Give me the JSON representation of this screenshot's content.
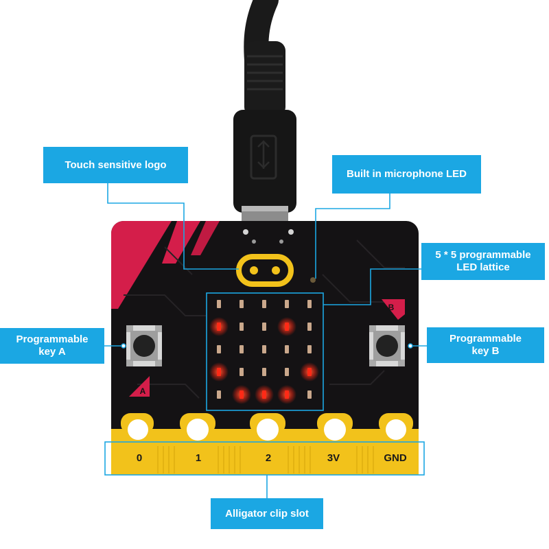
{
  "labels": {
    "touch_logo": "Touch sensitive logo",
    "microphone_led": "Built in microphone LED",
    "led_lattice_line1": "5 * 5 programmable",
    "led_lattice_line2": "LED lattice",
    "key_a_line1": "Programmable",
    "key_a_line2": "key A",
    "key_b_line1": "Programmable",
    "key_b_line2": "key B",
    "clip_slot": "Alligator clip slot"
  },
  "board": {
    "button_a_mark": "A",
    "button_b_mark": "B",
    "pins": [
      "0",
      "1",
      "2",
      "3V",
      "GND"
    ]
  },
  "led_matrix": {
    "rows": 5,
    "cols": 5,
    "lit": [
      [
        0,
        0,
        0,
        0,
        0
      ],
      [
        1,
        0,
        0,
        1,
        0
      ],
      [
        0,
        0,
        0,
        0,
        0
      ],
      [
        1,
        0,
        0,
        0,
        1
      ],
      [
        0,
        1,
        1,
        1,
        0
      ]
    ]
  },
  "colors": {
    "callout": "#1ba7e3",
    "board": "#141214",
    "accent": "#d41e4a",
    "gold": "#f2c21b",
    "led_on": "#ff2a16",
    "led_off": "#caa88c"
  },
  "icons": {
    "connector": "micro-usb-plug-icon",
    "logo": "touch-logo-icon"
  }
}
